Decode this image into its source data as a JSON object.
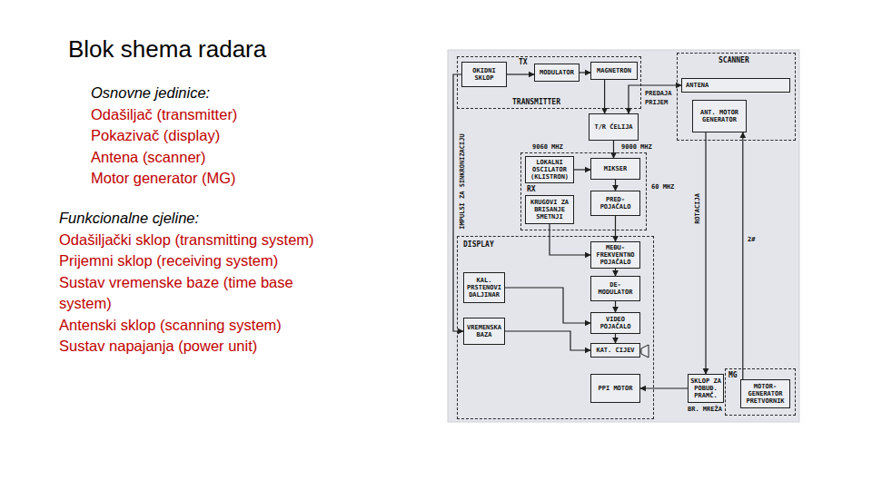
{
  "diagram": {
    "title": "Blok shema radara",
    "nodes": [
      {
        "text": [
          "TX",
          "TRANSMITTER"
        ]
      },
      {
        "text": [
          "OKIDNI SKLOP"
        ],
        "in": 0
      },
      {
        "text": [
          "MODULATOR"
        ],
        "in": 0
      },
      {
        "text": [
          "MAGNETRON"
        ],
        "in": 0
      },
      {
        "text": [
          "SCANNER"
        ]
      },
      {
        "text": [
          "ANTENA"
        ],
        "in": 4
      },
      {
        "text": [
          "ANT. MOTOR GENERATOR"
        ],
        "in": 4
      },
      {
        "text": [
          "T/R ĆELIJA"
        ]
      },
      {
        "text": [
          "RX"
        ]
      },
      {
        "text": [
          "LOKALNI OSCILATOR (KLISTRON)"
        ],
        "in": 8
      },
      {
        "text": [
          "MIKSER"
        ],
        "in": 8
      },
      {
        "text": [
          "PRED-POJAČALO"
        ],
        "in": 8
      },
      {
        "text": [
          "KRUGOVI ZA BRISANJE SMETNJI"
        ],
        "in": 8
      },
      {
        "text": [
          "DISPLAY"
        ]
      },
      {
        "text": [
          "MEĐU-FREKVENTNO POJAČALO"
        ],
        "in": 13
      },
      {
        "text": [
          "KAL. PRSTENOVI DALJINAR"
        ],
        "in": 13
      },
      {
        "text": [
          "DE-MODULATOR"
        ],
        "in": 13
      },
      {
        "text": [
          "VREMENSKA BAZA"
        ],
        "in": 13
      },
      {
        "text": [
          "VIDEO POJAČALO"
        ],
        "in": 13
      },
      {
        "text": [
          "KAT. CIJEV"
        ],
        "in": 13
      },
      {
        "text": [
          "PPI MOTOR"
        ],
        "in": 13
      },
      {
        "text": [
          "SKLOP ZA POBUĐ. PRAMČ."
        ]
      },
      {
        "text": [
          "MG"
        ]
      },
      {
        "text": [
          "MOTOR-GENERATOR PRETVORNIK"
        ],
        "in": 22
      }
    ],
    "edges": [
      {
        "from": 1,
        "to": 2,
        "arrow": "to"
      },
      {
        "from": 2,
        "to": 3,
        "arrow": "to"
      },
      {
        "from": 3,
        "to": 7,
        "arrow": "to"
      },
      {
        "from": 7,
        "to": 5,
        "arrow": "both"
      },
      {
        "from": 7,
        "to": 10,
        "arrow": "to"
      },
      {
        "from": 9,
        "to": 10,
        "arrow": "to"
      },
      {
        "from": 10,
        "to": 11,
        "arrow": "to"
      },
      {
        "from": 11,
        "to": 14,
        "arrow": "to"
      },
      {
        "from": 14,
        "to": 16,
        "arrow": "to"
      },
      {
        "from": 16,
        "to": 18,
        "arrow": "to"
      },
      {
        "from": 18,
        "to": 19,
        "arrow": "to"
      },
      {
        "from": 12,
        "to": 14,
        "arrow": "to"
      },
      {
        "from": 15,
        "to": 18,
        "arrow": "to"
      },
      {
        "from": 17,
        "to": 19,
        "arrow": "to"
      },
      {
        "from": 1,
        "to": 17,
        "arrow": "to"
      },
      {
        "from": 6,
        "to": 21,
        "arrow": "to"
      },
      {
        "from": 23,
        "to": 6,
        "arrow": "to"
      },
      {
        "from": 21,
        "to": 20,
        "arrow": "to"
      }
    ],
    "labels": [
      "Osnovne jedinice:",
      "Odašiljač (transmitter)",
      "Pokazivač (display)",
      "Antena (scanner)",
      "Motor generator (MG)",
      "Funkcionalne cjeline:",
      "Odašiljački sklop (transmitting system)",
      "Prijemni sklop (receiving system)",
      "Sustav vremenske baze (time base system)",
      "Antenski sklop (scanning system)",
      "Sustav napajanja (power unit)",
      "PREDAJA",
      "PRIJEM",
      "9060 MHZ",
      "9000 MHZ",
      "60 MHZ",
      "IMPULSI ZA SINKRONIZACIJU",
      "ROTACIJA",
      "2#",
      "BR. MREŽA"
    ]
  }
}
